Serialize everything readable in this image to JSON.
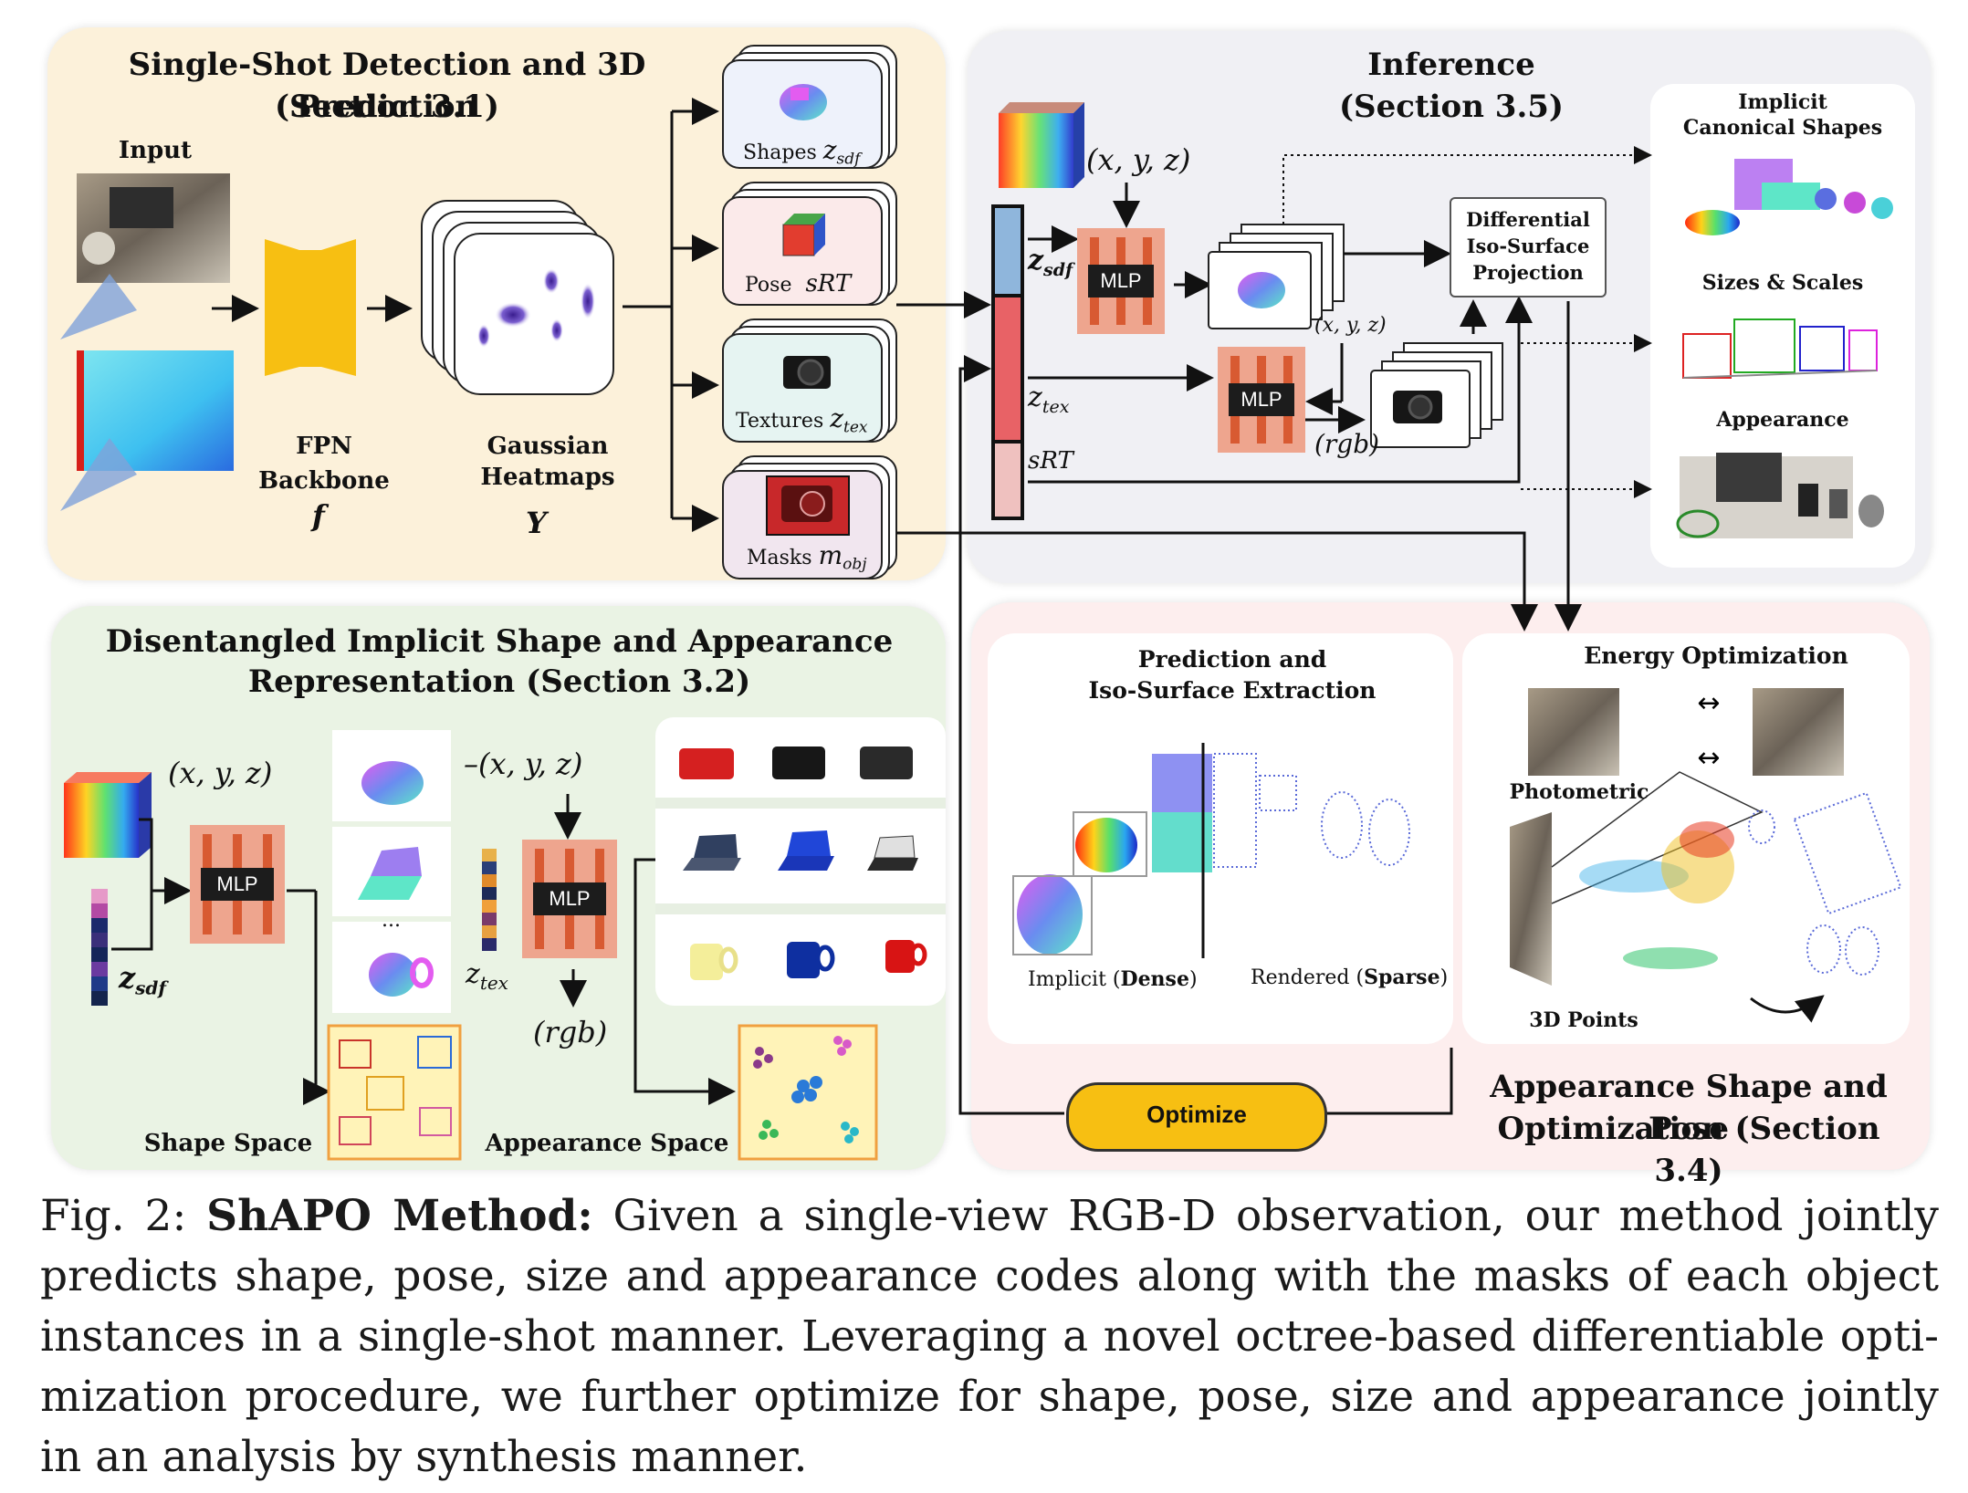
{
  "detection": {
    "title_line1": "Single-Shot Detection and 3D Prediction",
    "title_line2": "(Section 3.1)",
    "input_label": "Input",
    "fpn_line1": "FPN",
    "fpn_line2": "Backbone",
    "fpn_symbol": "f",
    "heatmap_line1": "Gaussian",
    "heatmap_line2": "Heatmaps",
    "heatmap_symbol": "Y",
    "outputs": [
      {
        "label": "Shapes",
        "symbol": "z",
        "sub": "sdf"
      },
      {
        "label": "Pose",
        "symbol": "sRT",
        "sub": ""
      },
      {
        "label": "Textures",
        "symbol": "z",
        "sub": "tex"
      },
      {
        "label": "Masks",
        "symbol": "m",
        "sub": "obj"
      }
    ]
  },
  "inference": {
    "title_line1": "Inference",
    "title_line2": "(Section 3.5)",
    "xyz": "(x, y, z)",
    "xyz_small": "(x, y, z)",
    "rgb": "(rgb)",
    "mlp": "MLP",
    "code_sdf": "z",
    "code_sdf_sub": "sdf",
    "code_tex": "z",
    "code_tex_sub": "tex",
    "code_srt": "sRT",
    "diff_line1": "Differential",
    "diff_line2": "Iso-Surface",
    "diff_line3": "Projection",
    "out_implicit_line1": "Implicit",
    "out_implicit_line2": "Canonical Shapes",
    "out_sizes": "Sizes & Scales",
    "out_appearance": "Appearance"
  },
  "representation": {
    "title_line1": "Disentangled Implicit Shape and Appearance",
    "title_line2": "Representation (Section 3.2)",
    "xyz": "(x, y, z)",
    "xyz2": "(x, y, z)",
    "mlp": "MLP",
    "z_sdf": "z",
    "z_sdf_sub": "sdf",
    "z_tex": "z",
    "z_tex_sub": "tex",
    "rgb": "(rgb)",
    "ellipsis": "...",
    "shape_space": "Shape Space",
    "appearance_space": "Appearance Space"
  },
  "optimization": {
    "pred_line1": "Prediction and",
    "pred_line2": "Iso-Surface Extraction",
    "implicit_label": "Implicit (",
    "implicit_bold": "Dense",
    "rendered_label": "Rendered (",
    "rendered_bold": "Sparse",
    "close_paren": ")",
    "energy": "Energy Optimization",
    "photometric": "Photometric",
    "points": "3D Points",
    "optimize_button": "Optimize",
    "title_line1": "Appearance Shape and Pose",
    "title_line2": "Optimization (Section 3.4)"
  },
  "caption": {
    "prefix": "Fig. 2: ",
    "bold": "ShAPO Method:",
    "line1_rest": " Given a single-view RGB-D observation, our method jointly",
    "line2": "predicts shape, pose, size and appearance codes along with the masks of each object",
    "line3": "instances in a single-shot manner. Leveraging a novel octree-based differentiable opti-",
    "line4": "mization procedure, we further optimize for shape, pose, size and appearance jointly",
    "line5": "in an analysis by synthesis manner."
  },
  "colors": {
    "detection_bg": "#fcf1da",
    "inference_bg": "#f0f0f4",
    "representation_bg": "#eaf3e4",
    "optimization_bg": "#fdeeee",
    "mlp": "#eea58e",
    "fpn": "#f7bf12",
    "optimize": "#f7bf12"
  }
}
